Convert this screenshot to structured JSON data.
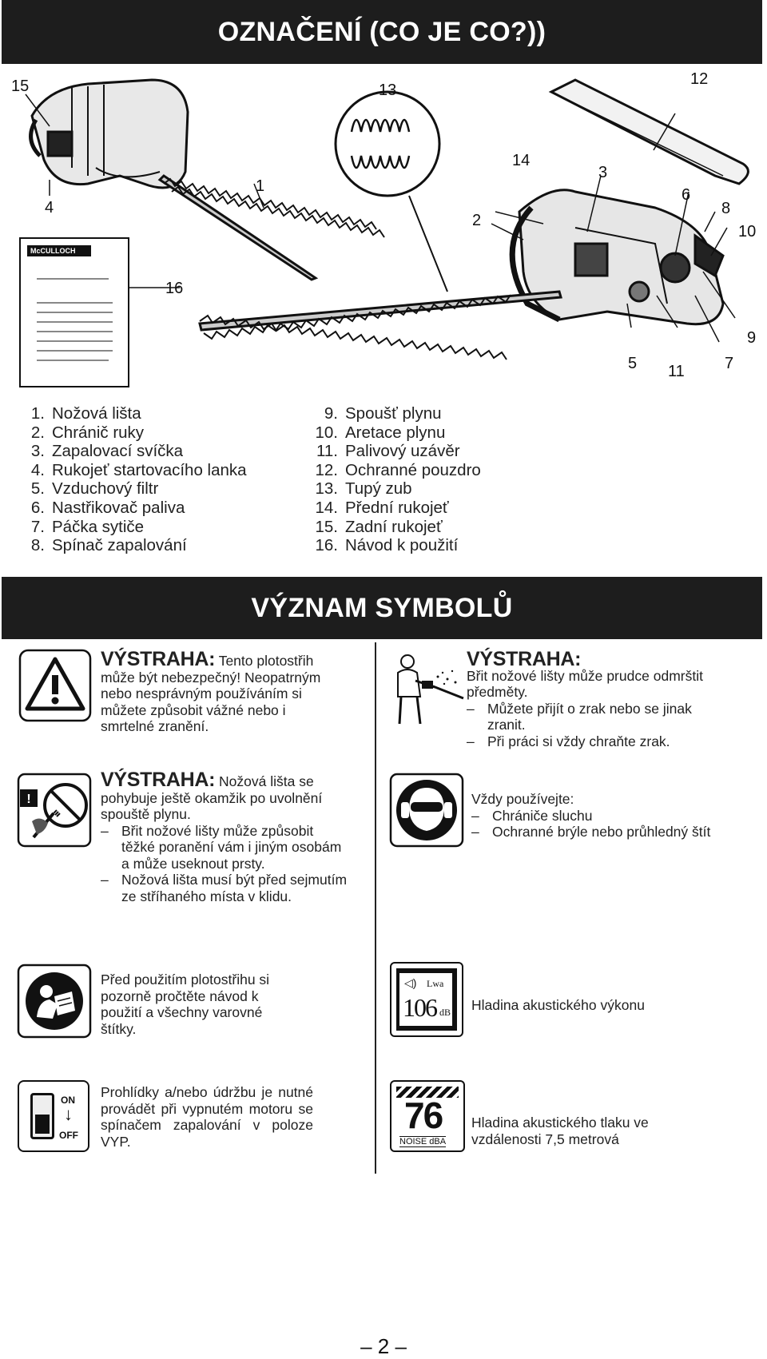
{
  "header": {
    "title": "OZNAČENÍ (CO JE CO?))"
  },
  "callouts": [
    "15",
    "13",
    "12",
    "4",
    "1",
    "14",
    "3",
    "6",
    "8",
    "10",
    "2",
    "16",
    "9",
    "5",
    "11",
    "7"
  ],
  "manual_thumb": {
    "brand": "McCULLOCH"
  },
  "parts_left": [
    {
      "num": "1.",
      "label": "Nožová lišta"
    },
    {
      "num": "2.",
      "label": "Chránič ruky"
    },
    {
      "num": "3.",
      "label": "Zapalovací svíčka"
    },
    {
      "num": "4.",
      "label": "Rukojeť startovacího lanka"
    },
    {
      "num": "5.",
      "label": "Vzduchový filtr"
    },
    {
      "num": "6.",
      "label": "Nastřikovač paliva"
    },
    {
      "num": "7.",
      "label": "Páčka sytiče"
    },
    {
      "num": "8.",
      "label": "Spínač zapalování"
    }
  ],
  "parts_right": [
    {
      "num": "9.",
      "label": "Spoušť plynu"
    },
    {
      "num": "10.",
      "label": "Aretace plynu"
    },
    {
      "num": "11.",
      "label": "Palivový uzávěr"
    },
    {
      "num": "12.",
      "label": "Ochranné pouzdro"
    },
    {
      "num": "13.",
      "label": "Tupý zub"
    },
    {
      "num": "14.",
      "label": "Přední rukojeť"
    },
    {
      "num": "15.",
      "label": "Zadní rukojeť"
    },
    {
      "num": "16.",
      "label": "Návod k použití"
    }
  ],
  "symbols": {
    "title": "VÝZNAM SYMBOLŮ",
    "warning1": {
      "heading": "VÝSTRAHA:",
      "text": "Tento plotostřih může být nebezpečný! Neopatrným nebo nesprávným používáním si můžete způsobit vážné nebo i smrtelné zranění."
    },
    "warning2": {
      "heading": "VÝSTRAHA:",
      "text": "Nožová lišta se pohybuje ještě okamžik po uvolnění spouště plynu.",
      "bullets": [
        "Břit nožové lišty může způsobit těžké poranění vám i jiným osobám a může useknout prsty.",
        "Nožová lišta musí být před sejmutím ze stříhaného místa v klidu."
      ]
    },
    "manual": {
      "text": "Před použitím plotostřihu si pozorně pročtěte návod k použití a všechny varovné štítky."
    },
    "onoff": {
      "text": "Prohlídky a/nebo údržbu je nutné provádět při vypnutém motoru se spínačem zapalování v poloze VYP.",
      "on_label": "ON",
      "off_label": "OFF"
    },
    "warning3": {
      "heading": "VÝSTRAHA:",
      "text": "Břit nožové lišty může prudce odmrštit předměty.",
      "bullets": [
        "Můžete přijít o zrak nebo se jinak zranit.",
        "Při práci si vždy chraňte zrak."
      ]
    },
    "protection": {
      "intro": "Vždy používejte:",
      "bullets": [
        "Chrániče sluchu",
        "Ochranné brýle nebo průhledný štít"
      ]
    },
    "lwa": {
      "label": "Hladina akustického výkonu",
      "symbol": "Lwa",
      "value": "106",
      "unit": "dB"
    },
    "noise": {
      "label": "Hladina akustického tlaku ve vzdálenosti 7,5 metrová",
      "value": "76",
      "unit": "NOISE dBA"
    }
  },
  "footer": {
    "page": "– 2 –"
  }
}
